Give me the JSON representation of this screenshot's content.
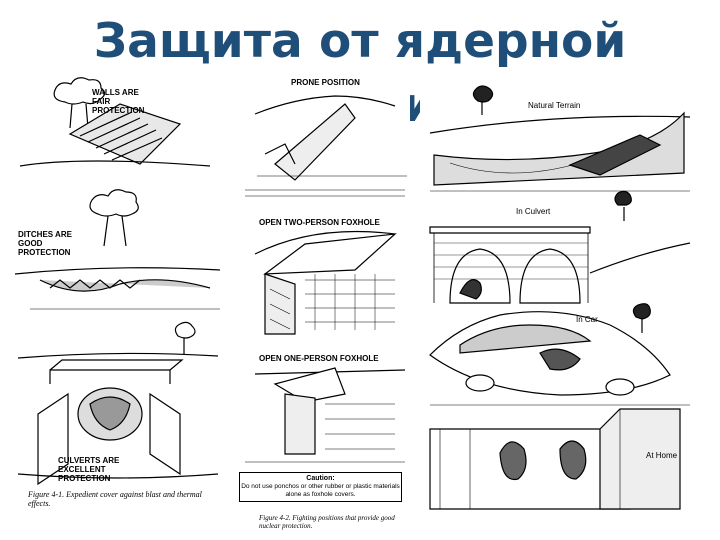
{
  "slide": {
    "title": "Защита от ядерной энергии"
  },
  "left_panel": {
    "label_walls": "WALLS ARE\nFAIR\nPROTECTION",
    "label_ditches": "DITCHES ARE\nGOOD\nPROTECTION",
    "label_culverts": "CULVERTS ARE\nEXCELLENT\nPROTECTION",
    "caption": "Figure 4-1. Expedient cover against blast and thermal effects."
  },
  "middle_panel": {
    "label_prone": "PRONE POSITION",
    "label_two_person": "OPEN TWO-PERSON FOXHOLE",
    "label_one_person": "OPEN ONE-PERSON FOXHOLE",
    "caution_title": "Caution:",
    "caution_text": "Do not use ponchos or other rubber or plastic materials alone as foxhole covers.",
    "caption": "Figure 4-2. Fighting positions that provide good nuclear protection."
  },
  "right_panel": {
    "label_natural": "Natural Terrain",
    "label_culvert": "In Culvert",
    "label_car": "In Car",
    "label_home": "At Home"
  }
}
